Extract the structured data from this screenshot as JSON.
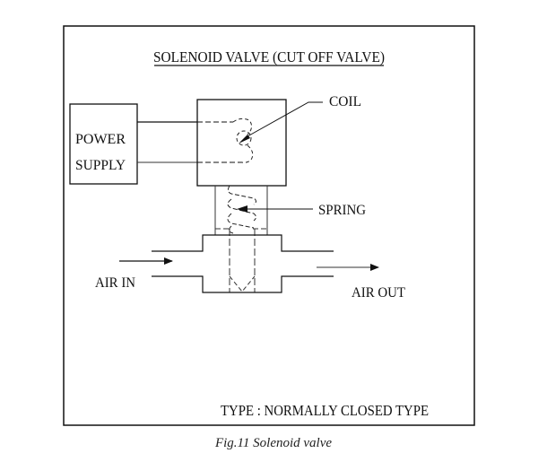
{
  "diagram": {
    "title": "SOLENOID VALVE (CUT OFF VALVE)",
    "labels": {
      "power_supply_line1": "POWER",
      "power_supply_line2": "SUPPLY",
      "coil": "COIL",
      "spring": "SPRING",
      "air_in": "AIR IN",
      "air_out": "AIR OUT"
    },
    "type_note": "TYPE : NORMALLY CLOSED TYPE",
    "caption": "Fig.11 Solenoid valve",
    "line_color": "#111111"
  }
}
